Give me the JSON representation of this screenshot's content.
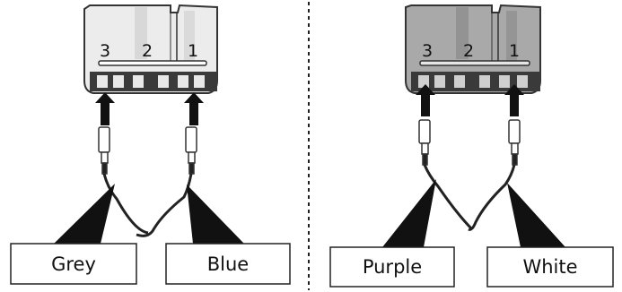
{
  "panels": [
    {
      "connector_color": "#ececec",
      "connector_shade": "#d3d3d3",
      "pins": [
        "3",
        "2",
        "1"
      ],
      "wires": [
        {
          "label": "Grey"
        },
        {
          "label": "Blue"
        }
      ]
    },
    {
      "connector_color": "#a9a9a9",
      "connector_shade": "#8d8d8d",
      "pins": [
        "3",
        "2",
        "1"
      ],
      "wires": [
        {
          "label": "Purple"
        },
        {
          "label": "White"
        }
      ]
    }
  ],
  "divider_style": "dashed"
}
